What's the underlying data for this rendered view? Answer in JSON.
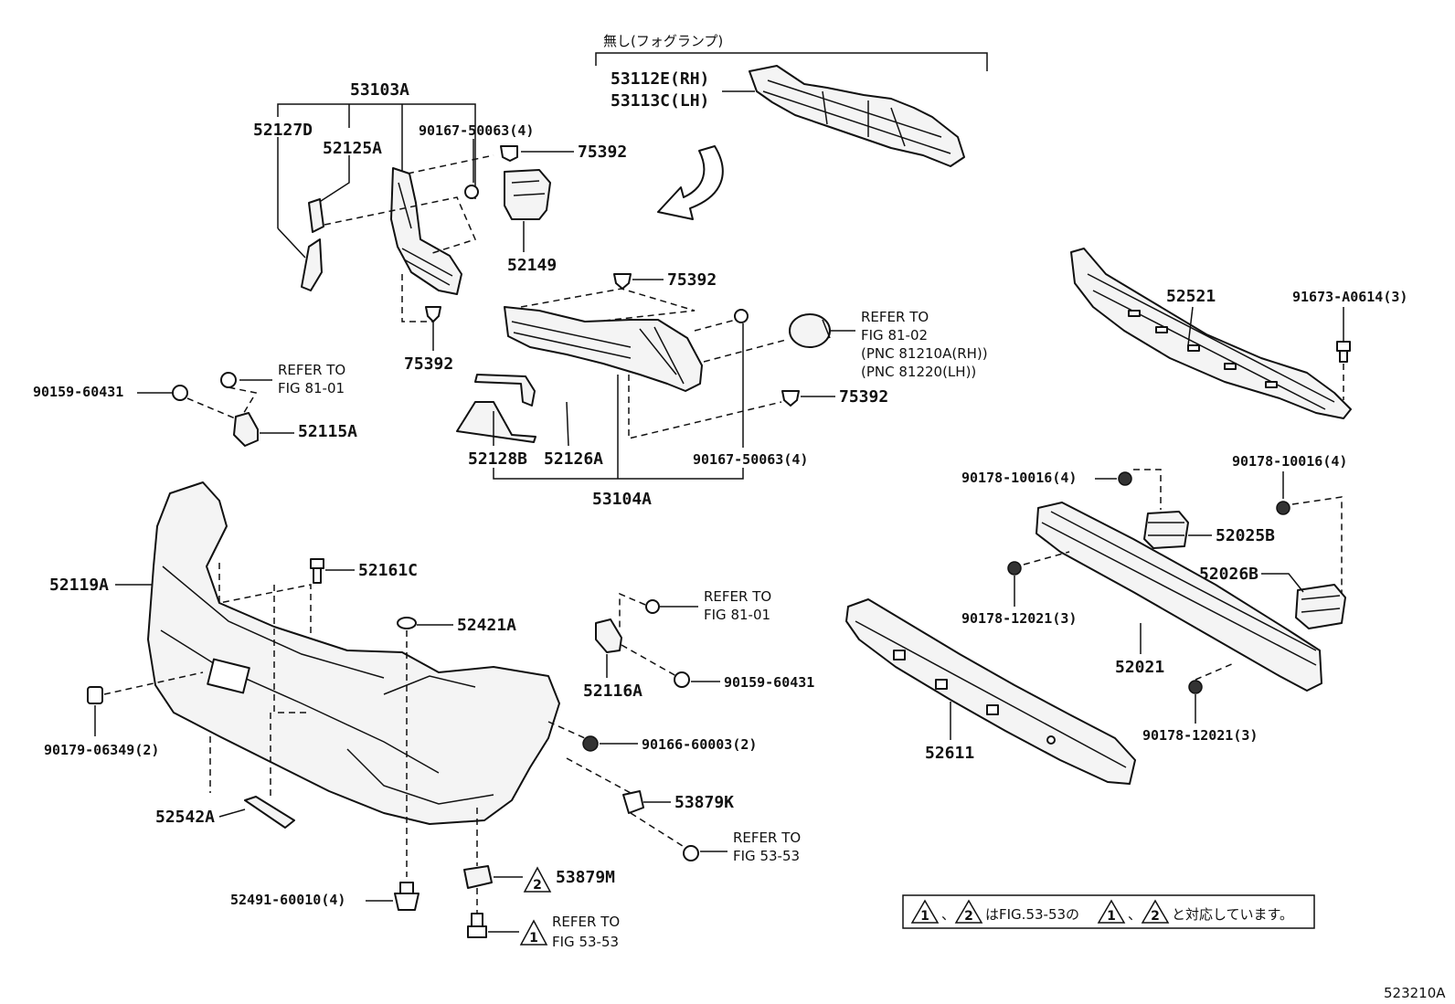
{
  "diagram": {
    "fog_lamp_note": "無し(フォグランプ)",
    "labels": {
      "p53103A": "53103A",
      "p52127D": "52127D",
      "p52125A": "52125A",
      "p90167_top": "90167-50063(4)",
      "p75392_a": "75392",
      "p53112E": "53112E(RH)",
      "p53113C": "53113C(LH)",
      "p52149": "52149",
      "p75392_b": "75392",
      "p75392_c": "75392",
      "p75392_d": "75392",
      "p90159_left": "90159-60431",
      "p52115A": "52115A",
      "p52128B": "52128B",
      "p52126A": "52126A",
      "p53104A": "53104A",
      "p90167_bot": "90167-50063(4)",
      "p52521": "52521",
      "p91673": "91673-A0614(3)",
      "p90178_10016_a": "90178-10016(4)",
      "p90178_10016_b": "90178-10016(4)",
      "p52025B": "52025B",
      "p52026B": "52026B",
      "p90178_12021_a": "90178-12021(3)",
      "p52021": "52021",
      "p90178_12021_b": "90178-12021(3)",
      "p52611": "52611",
      "p52119A": "52119A",
      "p52161C": "52161C",
      "p52421A": "52421A",
      "p52116A": "52116A",
      "p90159_right": "90159-60431",
      "p90179": "90179-06349(2)",
      "p90166": "90166-60003(2)",
      "p53879K": "53879K",
      "p52542A": "52542A",
      "p53879M": "53879M",
      "p52491": "52491-60010(4)"
    },
    "refs": {
      "ref_81_01_a_1": "REFER TO",
      "ref_81_01_a_2": "FIG 81-01",
      "ref_81_02_1": "REFER TO",
      "ref_81_02_2": "FIG 81-02",
      "ref_81_02_3": "(PNC 81210A(RH))",
      "ref_81_02_4": "(PNC 81220(LH))",
      "ref_81_01_b_1": "REFER TO",
      "ref_81_01_b_2": "FIG 81-01",
      "ref_53_53_a_1": "REFER TO",
      "ref_53_53_a_2": "FIG 53-53",
      "ref_53_53_b_1": "REFER TO",
      "ref_53_53_b_2": "FIG 53-53"
    },
    "markers": {
      "one": "1",
      "two": "2"
    },
    "legend_note": "はFIG.53-53の",
    "legend_sep": "、",
    "legend_tail": "と対応しています。",
    "figure_id": "523210A"
  }
}
